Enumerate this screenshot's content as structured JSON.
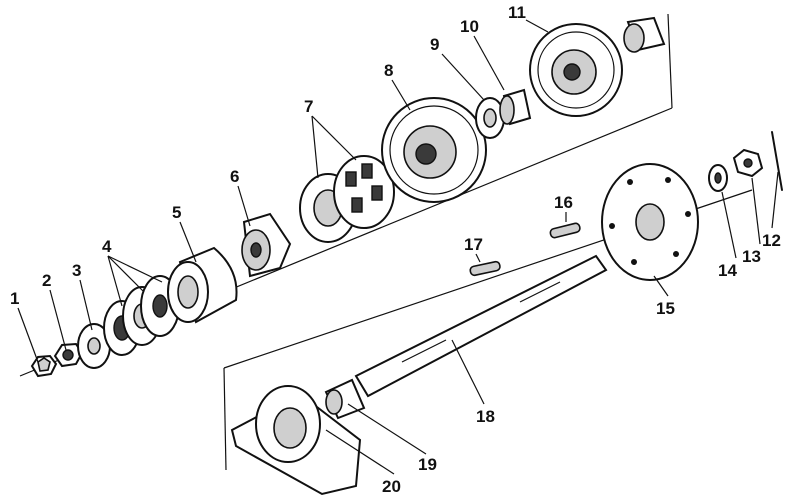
{
  "diagram": {
    "labels": [
      {
        "id": "l1",
        "text": "1"
      },
      {
        "id": "l2",
        "text": "2"
      },
      {
        "id": "l3",
        "text": "3"
      },
      {
        "id": "l4",
        "text": "4"
      },
      {
        "id": "l5",
        "text": "5"
      },
      {
        "id": "l6",
        "text": "6"
      },
      {
        "id": "l7",
        "text": "7"
      },
      {
        "id": "l8",
        "text": "8"
      },
      {
        "id": "l9",
        "text": "9"
      },
      {
        "id": "l10",
        "text": "10"
      },
      {
        "id": "l11",
        "text": "11"
      },
      {
        "id": "l12",
        "text": "12"
      },
      {
        "id": "l13",
        "text": "13"
      },
      {
        "id": "l14",
        "text": "14"
      },
      {
        "id": "l15",
        "text": "15"
      },
      {
        "id": "l16",
        "text": "16"
      },
      {
        "id": "l17",
        "text": "17"
      },
      {
        "id": "l18",
        "text": "18"
      },
      {
        "id": "l19",
        "text": "19"
      },
      {
        "id": "l20",
        "text": "20"
      }
    ]
  }
}
